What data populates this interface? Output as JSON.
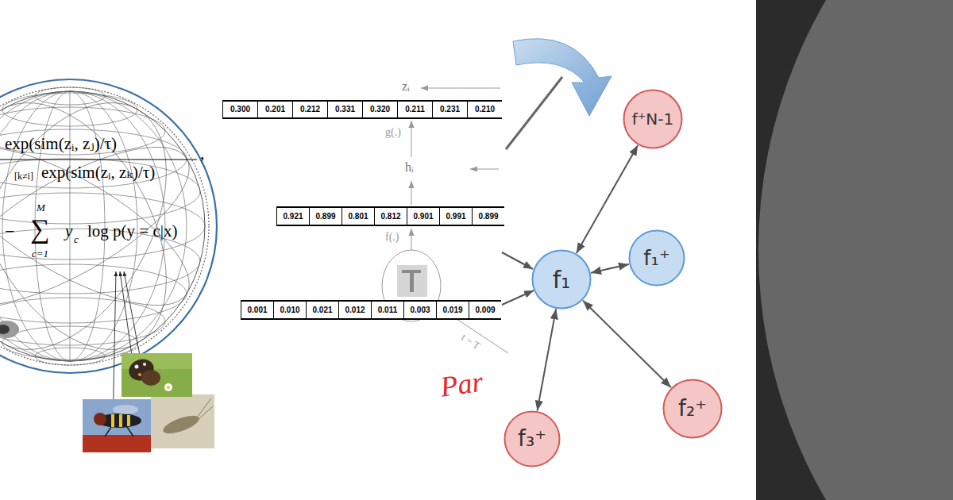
{
  "diagram": {
    "nodes": [
      {
        "text": [
          "f⁺N-1"
        ]
      },
      {
        "text": [
          "f₁⁺"
        ]
      },
      {
        "text": [
          "f₁"
        ]
      },
      {
        "text": [
          "f₂⁺"
        ]
      },
      {
        "text": [
          "f₃⁺"
        ]
      }
    ],
    "edges": [
      {
        "from": 2,
        "to": 0,
        "arrow": "both"
      },
      {
        "from": 2,
        "to": 1,
        "arrow": "both"
      },
      {
        "from": 2,
        "to": 3,
        "arrow": "both"
      },
      {
        "from": 2,
        "to": 4,
        "arrow": "both"
      }
    ],
    "labels": [
      "exp(sim(zᵢ, zⱼ)/τ)",
      "[k≠i]",
      "exp(sim(zᵢ, zₖ)/τ)",
      ",",
      "−",
      "∑",
      "M",
      "c=1",
      "y",
      "c",
      "log p(y = c|x)",
      "zᵢ",
      "0.300",
      "0.201",
      "0.212",
      "0.331",
      "0.320",
      "0.211",
      "0.231",
      "0.210",
      "g(.)",
      "hᵢ",
      "0.921",
      "0.899",
      "0.801",
      "0.812",
      "0.901",
      "0.991",
      "0.899",
      "f(.)",
      "0.001",
      "0.010",
      "0.021",
      "0.012",
      "0.011",
      "0.003",
      "0.019",
      "0.009",
      "t ~ T",
      "Par"
    ]
  }
}
